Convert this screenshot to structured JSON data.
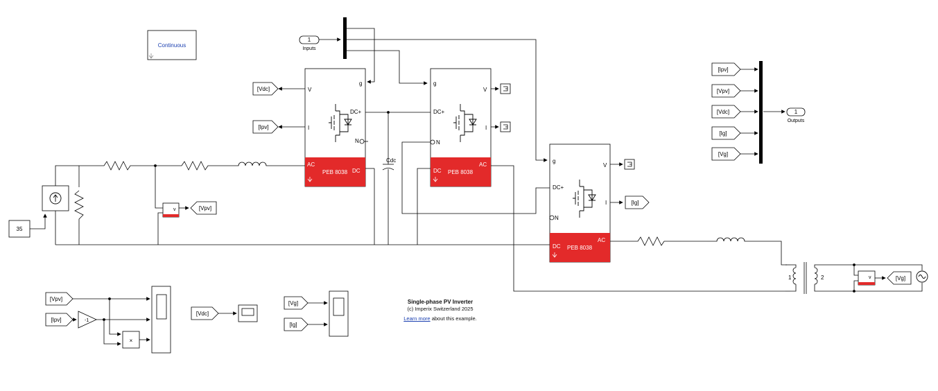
{
  "solver": {
    "label": "Continuous"
  },
  "ports": {
    "inputs": {
      "number": "1",
      "label": "Inputs"
    },
    "outputs": {
      "number": "1",
      "label": "Outputs"
    }
  },
  "constant": {
    "value": "35"
  },
  "peb": {
    "name": "PEB 8038",
    "port_g": "g",
    "port_v": "V",
    "port_i": "I",
    "port_dcplus": "DC+",
    "port_n": "N",
    "port_ac": "AC",
    "port_dc": "DC"
  },
  "cap_label": "Cdc",
  "gain_value": "-1",
  "tags": {
    "vdc": "[Vdc]",
    "ipv": "[Ipv]",
    "vpv": "[Vpv]",
    "ig": "[Ig]",
    "vg": "[Vg]"
  },
  "transformer": {
    "w1": "1",
    "w2": "2"
  },
  "info": {
    "title": "Single-phase PV Inverter",
    "copyright": "(c) Imperix Switzerland 2025",
    "link": "Learn more",
    "rest": " about this example."
  },
  "colors": {
    "peb_red": "#e32a2a",
    "link_blue": "#1a3fb0"
  }
}
